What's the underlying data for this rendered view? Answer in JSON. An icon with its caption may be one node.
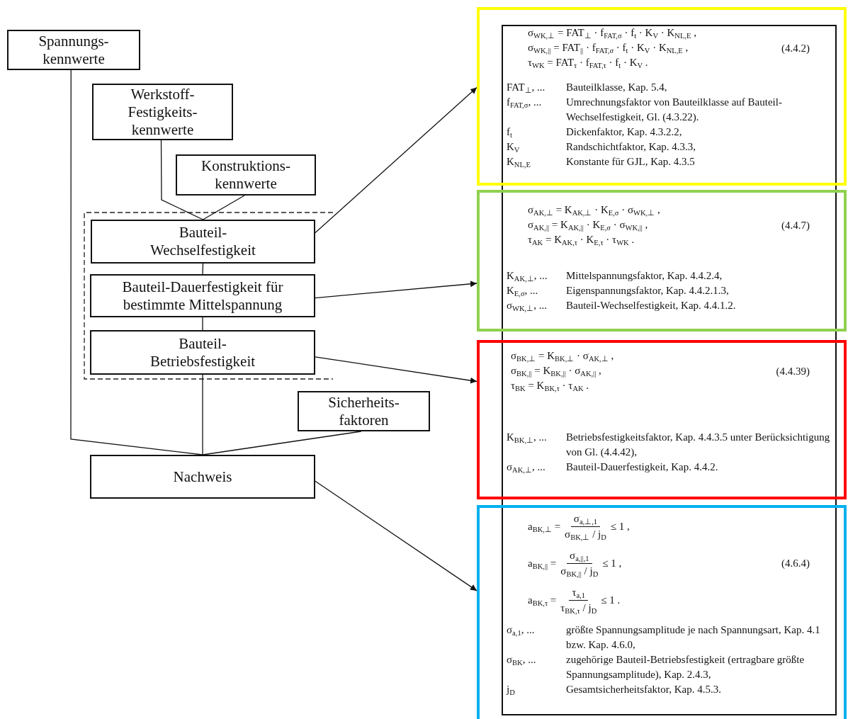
{
  "diagram": {
    "nodes": [
      {
        "text": [
          "Spannungs- kennwerte"
        ]
      },
      {
        "text": [
          "Werkstoff- Festigkeits- kennwerte"
        ]
      },
      {
        "text": [
          "Konstruktions- kennwerte"
        ]
      },
      {
        "text": [
          "Bauteil- Wechselfestigkeit"
        ]
      },
      {
        "text": [
          "Bauteil-Dauerfestigkeit für bestimmte Mittelspannung"
        ]
      },
      {
        "text": [
          "Bauteil- Betriebsfestigkeit"
        ]
      },
      {
        "text": [
          "Sicherheits- faktoren"
        ]
      },
      {
        "text": [
          "Nachweis"
        ]
      },
      {
        "text": [
          "σ$_{WK,⊥}$ = FAT$_{⊥}$ · f$_{FAT,σ}$ · f$_{t}$ · K$_{V}$ · K$_{NL,E}$ ,",
          "σ$_{WK,||}$ = FAT$_{||}$ · f$_{FAT,σ}$ · f$_{t}$ · K$_{V}$ · K$_{NL,E}$ ,",
          "τ$_{WK}$ = FAT$_{τ}$ · f$_{FAT,τ}$ · f$_{t}$ · K$_{V}$ .",
          "(4.4.2)",
          "FAT$_{⊥}$, ...",
          "Bauteilklasse, Kap. 5.4,",
          "f$_{FAT,σ}$, ...",
          "Umrechnungsfaktor von Bauteilklasse auf Bauteil-Wechselfestigkeit, Gl. (4.3.22).",
          "f$_{t}$",
          "Dickenfaktor, Kap. 4.3.2.2,",
          "K$_{V}$",
          "Randschichtfaktor, Kap. 4.3.3,",
          "K$_{NL,E}$",
          "Konstante für GJL, Kap. 4.3.5"
        ]
      },
      {
        "text": [
          "σ$_{AK,⊥}$ = K$_{AK,⊥}$ · K$_{E,σ}$ · σ$_{WK,⊥}$ ,",
          "σ$_{AK,||}$ = K$_{AK,||}$ · K$_{E,σ}$ · σ$_{WK,||}$ ,",
          "τ$_{AK}$ = K$_{AK,τ}$ · K$_{E,τ}$ · τ$_{WK}$ .",
          "(4.4.7)",
          "K$_{AK,⊥}$, ...",
          "Mittelspannungsfaktor, Kap. 4.4.2.4,",
          "K$_{E,σ}$, ...",
          "Eigenspannungsfaktor, Kap. 4.4.2.1.3,",
          "σ$_{WK,⊥}$, ...",
          "Bauteil-Wechselfestigkeit, Kap. 4.4.1.2."
        ]
      },
      {
        "text": [
          "σ$_{BK,⊥}$ = K$_{BK,⊥}$ · σ$_{AK,⊥}$ ,",
          "σ$_{BK,||}$ = K$_{BK,||}$ · σ$_{AK,||}$ ,",
          "τ$_{BK}$ = K$_{BK,τ}$ · τ$_{AK}$ .",
          "(4.4.39)",
          "K$_{BK,⊥}$, ...",
          "Betriebsfestigkeitsfaktor, Kap. 4.4.3.5 unter Berücksichtigung von Gl. (4.4.42),",
          "σ$_{AK,⊥}$, ...",
          "Bauteil-Dauerfestigkeit, Kap. 4.4.2."
        ]
      },
      {
        "text": [
          "a$_{BK,⊥}$ =",
          "σ$_{a,⊥,1}$",
          "σ$_{BK,⊥}$ / j$_{D}$",
          "≤ 1 ,",
          "a$_{BK,||}$ =",
          "σ$_{a,||,1}$",
          "σ$_{BK,||}$ / j$_{D}$",
          "≤ 1 ,",
          "a$_{BK,τ}$ =",
          "τ$_{a,1}$",
          "τ$_{BK,τ}$ / j$_{D}$",
          "≤ 1 .",
          "(4.6.4)",
          "σ$_{a,1}$, ...",
          "größte Spannungsamplitude je nach Spannungsart, Kap. 4.1 bzw. Kap. 4.6.0,",
          "σ$_{BK}$, ...",
          "zugehörige Bauteil-Betriebsfestigkeit (ertragbare größte Spannungsamplitude), Kap. 2.4.3,",
          "j$_{D}$",
          "Gesamtsicherheitsfaktor, Kap. 4.5.3."
        ]
      }
    ],
    "edges": [
      {
        "from": 0,
        "to": 7,
        "arrow": "none"
      },
      {
        "from": 1,
        "to": 3,
        "arrow": "none"
      },
      {
        "from": 2,
        "to": 3,
        "arrow": "none"
      },
      {
        "from": 3,
        "to": 4,
        "arrow": "none"
      },
      {
        "from": 4,
        "to": 5,
        "arrow": "none"
      },
      {
        "from": 5,
        "to": 7,
        "arrow": "none"
      },
      {
        "from": 6,
        "to": 7,
        "arrow": "none"
      },
      {
        "from": 3,
        "to": 8,
        "arrow": "to"
      },
      {
        "from": 4,
        "to": 9,
        "arrow": "to"
      },
      {
        "from": 5,
        "to": 10,
        "arrow": "to"
      },
      {
        "from": 7,
        "to": 11,
        "arrow": "to"
      }
    ]
  }
}
